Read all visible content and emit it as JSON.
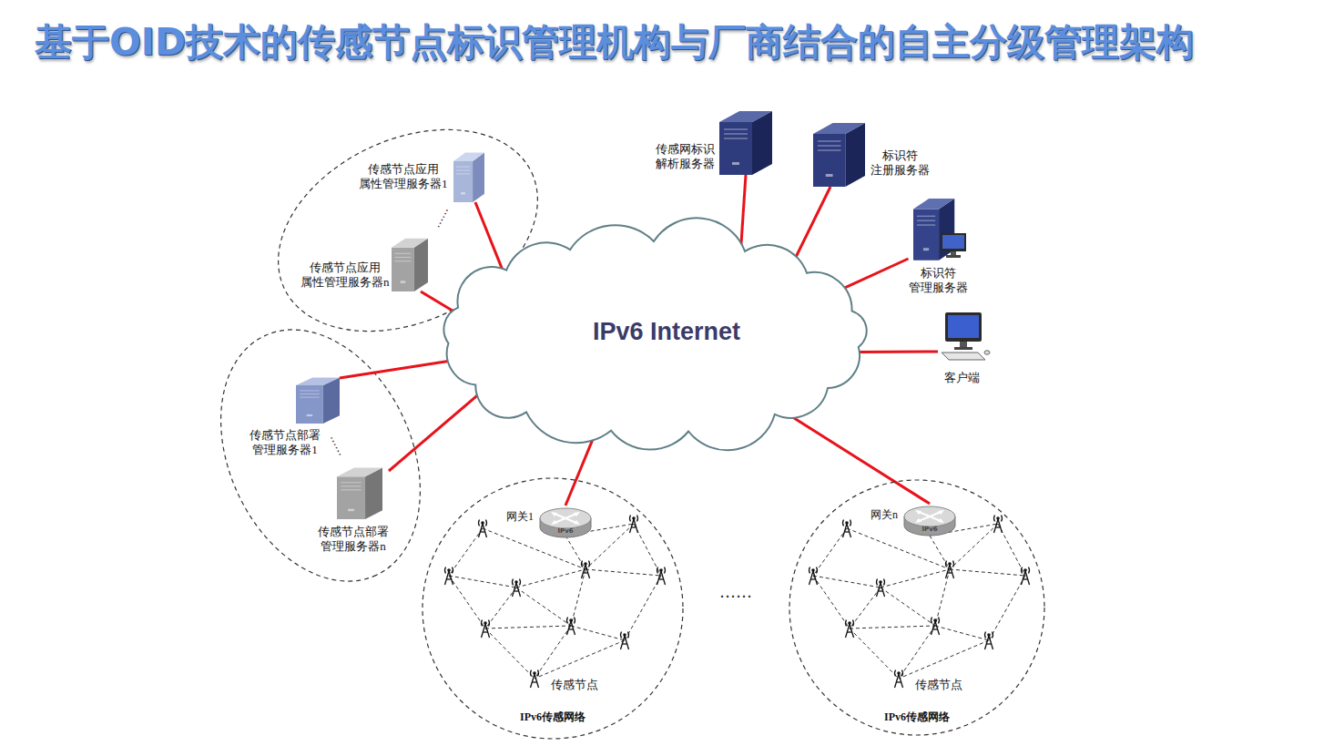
{
  "diagram": {
    "title": "基于OID技术的传感节点标识管理机构与厂商结合的自主分级管理架构",
    "nodes": [
      {
        "text": [
          "IPv6 Internet"
        ]
      },
      {
        "text": [
          "传感网标识 解析服务器"
        ]
      },
      {
        "text": [
          "标识符 注册服务器"
        ]
      },
      {
        "text": [
          "标识符 管理服务器"
        ]
      },
      {
        "text": [
          "客户端"
        ]
      },
      {
        "text": [
          "传感节点应用 属性管理服务器1"
        ]
      },
      {
        "text": [
          "传感节点应用 属性管理服务器n"
        ]
      },
      {
        "text": [
          "传感节点部署 管理服务器1"
        ]
      },
      {
        "text": [
          "传感节点部署 管理服务器n"
        ]
      },
      {
        "text": [
          "IPv6传感网络"
        ]
      },
      {
        "text": [
          "网关1"
        ],
        "in": 9
      },
      {
        "text": [
          "传感节点"
        ],
        "in": 9
      },
      {
        "text": [
          "IPv6传感网络"
        ]
      },
      {
        "text": [
          "网关n"
        ],
        "in": 12
      },
      {
        "text": [
          "传感节点"
        ],
        "in": 12
      }
    ],
    "edges": [
      {
        "from": 1,
        "to": 0,
        "arrow": "none"
      },
      {
        "from": 2,
        "to": 0,
        "arrow": "none"
      },
      {
        "from": 3,
        "to": 0,
        "arrow": "none"
      },
      {
        "from": 4,
        "to": 0,
        "arrow": "none"
      },
      {
        "from": 5,
        "to": 0,
        "arrow": "none"
      },
      {
        "from": 6,
        "to": 0,
        "arrow": "none"
      },
      {
        "from": 7,
        "to": 0,
        "arrow": "none"
      },
      {
        "from": 8,
        "to": 0,
        "arrow": "none"
      },
      {
        "from": 0,
        "to": 10,
        "arrow": "none"
      },
      {
        "from": 0,
        "to": 13,
        "arrow": "none"
      }
    ],
    "labels": [
      "……",
      "……",
      "……",
      "IPv6",
      "IPv6"
    ]
  }
}
